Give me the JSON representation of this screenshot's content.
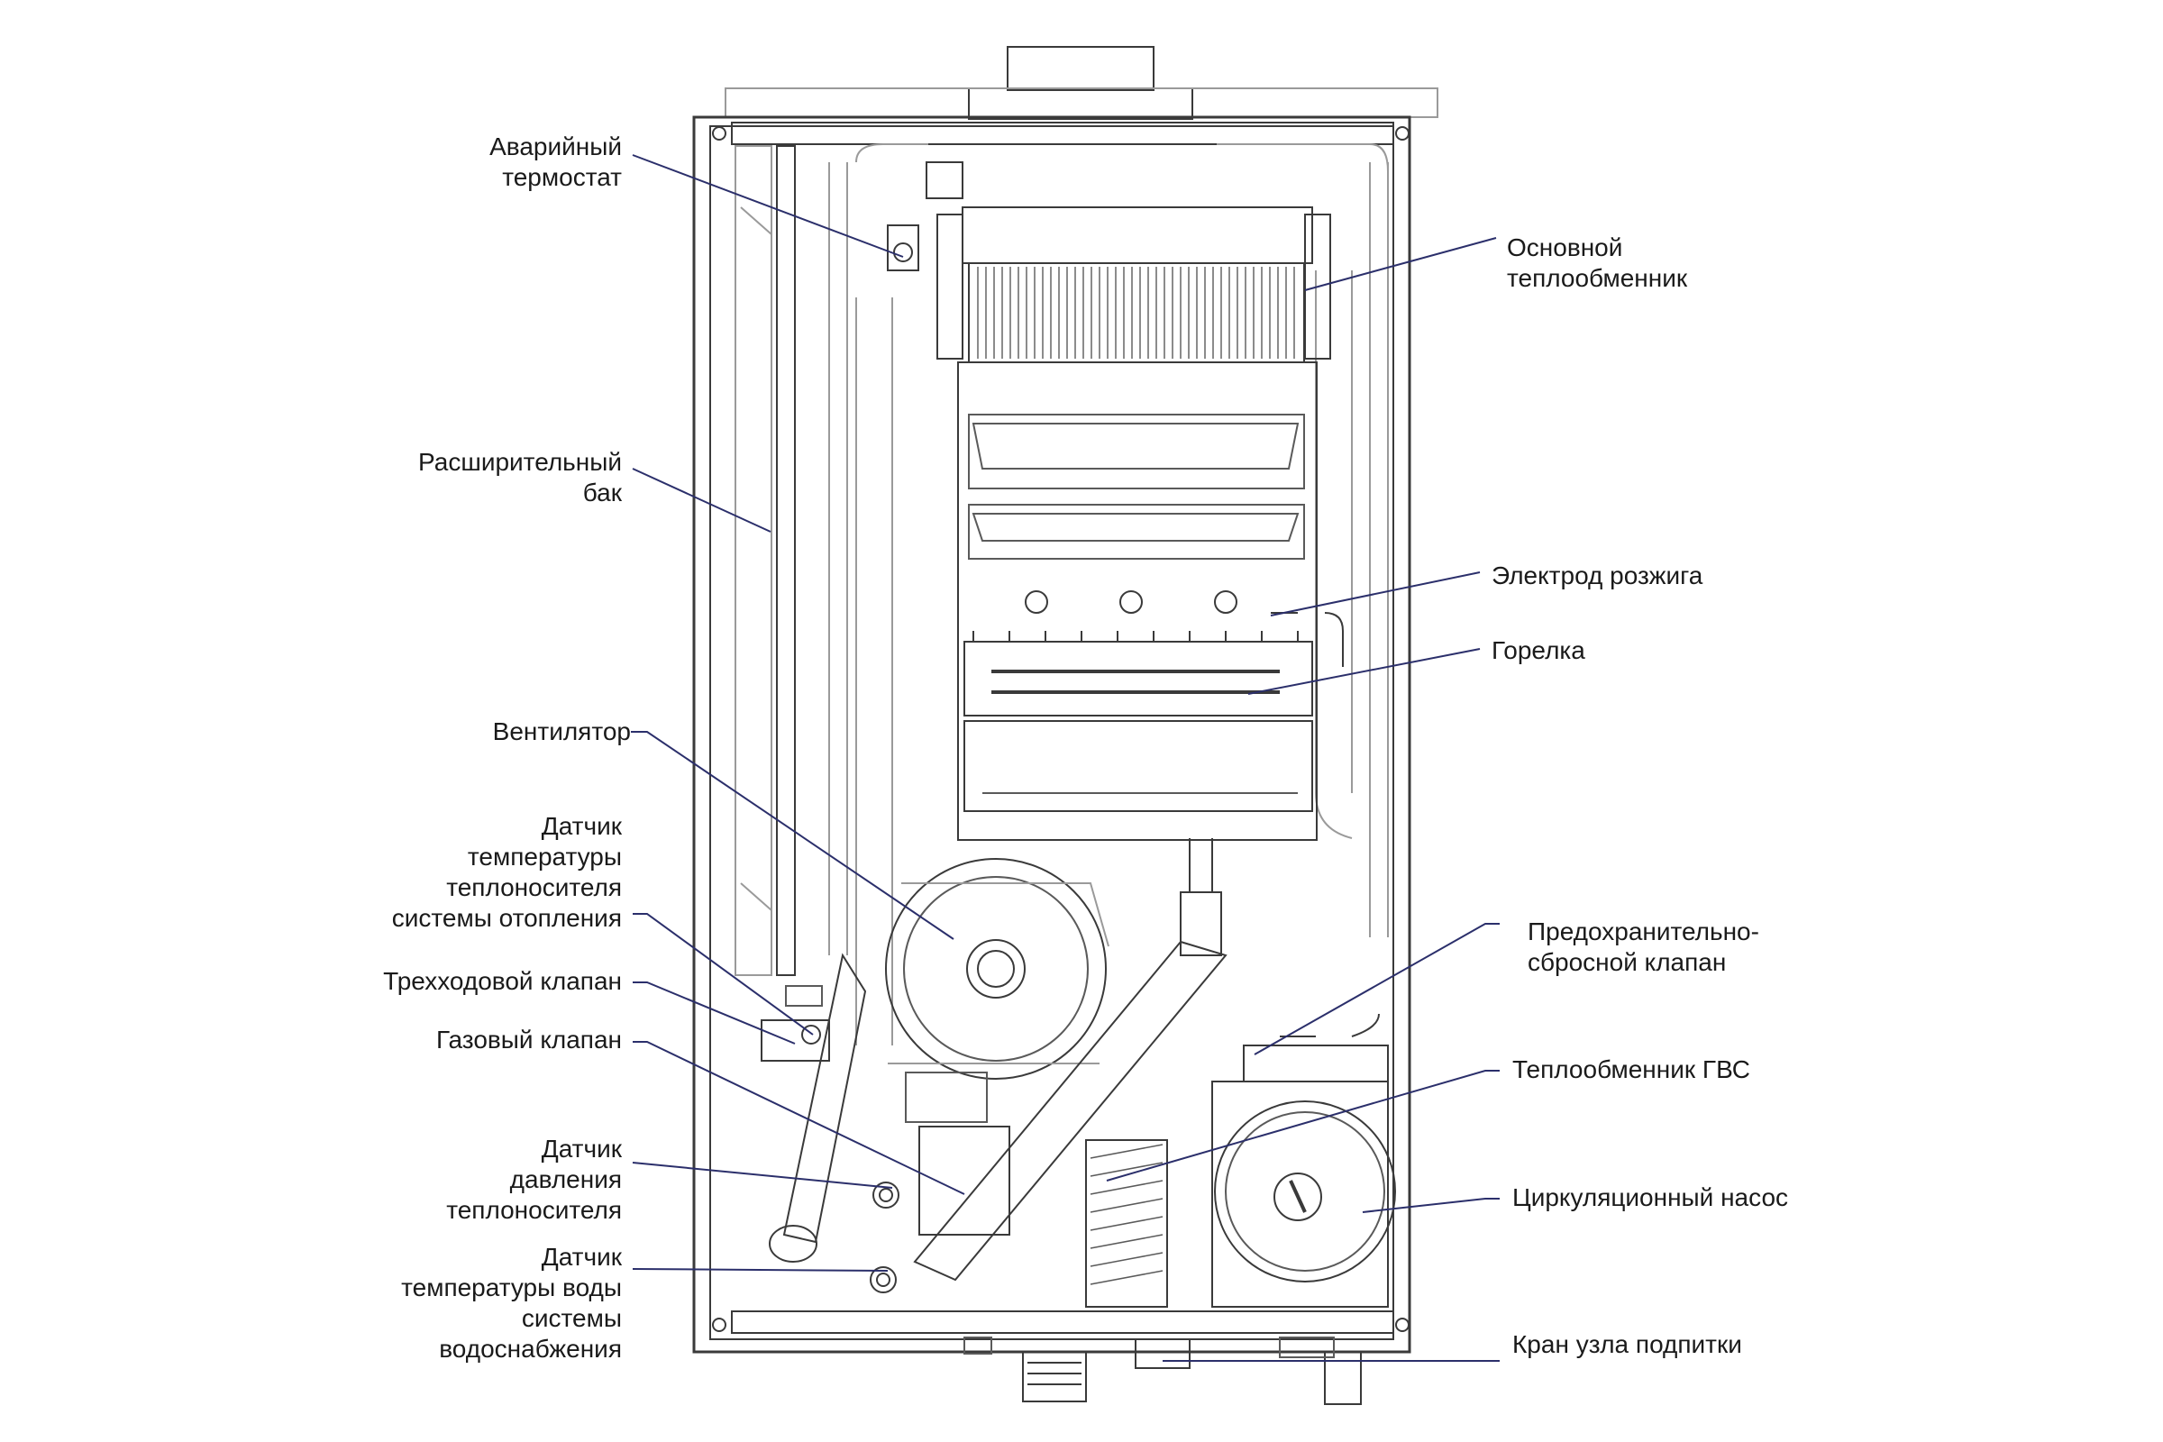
{
  "colors": {
    "leader_line": "#2b2f6b",
    "drawing_line": "#3a3a3a",
    "drawing_light": "#9a9a9a",
    "text": "#1a1a1a"
  },
  "labels": {
    "emergency_thermostat": [
      "Аварийный",
      "термостат"
    ],
    "expansion_tank": [
      "Расширительный",
      "бак"
    ],
    "fan": [
      "Вентилятор"
    ],
    "heating_temp_sensor": [
      "Датчик",
      "температуры",
      "теплоносителя",
      "системы отопления"
    ],
    "three_way_valve": [
      "Трехходовой клапан"
    ],
    "gas_valve": [
      "Газовый клапан"
    ],
    "pressure_sensor": [
      "Датчик",
      "давления",
      "теплоносителя"
    ],
    "dhw_temp_sensor": [
      "Датчик",
      "температуры воды",
      "системы",
      "водоснабжения"
    ],
    "main_heat_exchanger": [
      "Основной",
      "теплообменник"
    ],
    "ignition_electrode": [
      "Электрод розжига"
    ],
    "burner": [
      "Горелка"
    ],
    "safety_valve": [
      "Предохранительно-",
      "сбросной клапан"
    ],
    "dhw_heat_exchanger": [
      "Теплообменник ГВС"
    ],
    "circulation_pump": [
      "Циркуляционный насос"
    ],
    "fill_tap": [
      "Кран узла подпитки"
    ]
  }
}
